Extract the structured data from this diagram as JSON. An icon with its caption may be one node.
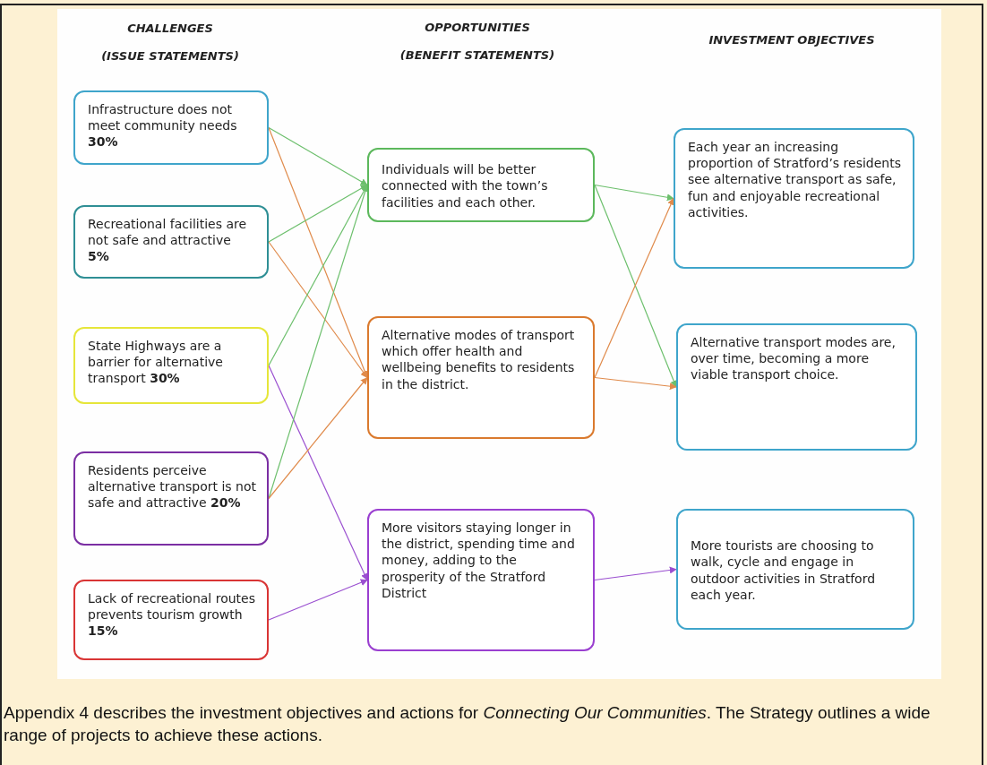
{
  "diagram": {
    "caption": "Appendix 4 describes the investment objectives and actions for *Connecting Our Communities*. The Strategy outlines a wide range of projects to achieve these actions.",
    "nodes": [
      {
        "text": [
          "Infrastructure does not meet community needs **30%**"
        ]
      },
      {
        "text": [
          "Recreational facilities are not safe and attractive **5%**"
        ]
      },
      {
        "text": [
          "State Highways are a barrier for alternative transport **30%**"
        ]
      },
      {
        "text": [
          "Residents perceive alternative transport is not safe and attractive **20%**"
        ]
      },
      {
        "text": [
          "Lack of recreational routes prevents tourism growth **15%**"
        ]
      },
      {
        "text": [
          "Individuals will be better connected with the town’s facilities and each other."
        ]
      },
      {
        "text": [
          "Alternative modes of transport which offer health and wellbeing benefits to residents in the district."
        ]
      },
      {
        "text": [
          "More visitors staying longer in the district, spending time and money, adding to the prosperity of the Stratford District"
        ]
      },
      {
        "text": [
          "Each year an increasing proportion of Stratford’s residents see alternative transport as safe, fun and enjoyable recreational activities."
        ]
      },
      {
        "text": [
          "Alternative transport modes are, over time, becoming a more viable transport choice."
        ]
      },
      {
        "text": [
          "More tourists are choosing to walk, cycle and engage in outdoor activities in Stratford each year."
        ]
      }
    ],
    "edges": [
      {
        "from": 0,
        "to": 5,
        "arrow": "to",
        "color": "#6cbf6c"
      },
      {
        "from": 0,
        "to": 6,
        "arrow": "to",
        "color": "#e08a4a"
      },
      {
        "from": 1,
        "to": 5,
        "arrow": "to",
        "color": "#6cbf6c"
      },
      {
        "from": 1,
        "to": 6,
        "arrow": "to",
        "color": "#e08a4a"
      },
      {
        "from": 2,
        "to": 5,
        "arrow": "to",
        "color": "#6cbf6c"
      },
      {
        "from": 2,
        "to": 7,
        "arrow": "to",
        "color": "#9a4fd0"
      },
      {
        "from": 3,
        "to": 5,
        "arrow": "to",
        "color": "#6cbf6c"
      },
      {
        "from": 3,
        "to": 6,
        "arrow": "to",
        "color": "#e08a4a"
      },
      {
        "from": 4,
        "to": 7,
        "arrow": "to",
        "color": "#9a4fd0"
      },
      {
        "from": 5,
        "to": 8,
        "arrow": "to",
        "color": "#6cbf6c"
      },
      {
        "from": 5,
        "to": 9,
        "arrow": "to",
        "color": "#6cbf6c"
      },
      {
        "from": 6,
        "to": 8,
        "arrow": "to",
        "color": "#e08a4a"
      },
      {
        "from": 6,
        "to": 9,
        "arrow": "to",
        "color": "#e08a4a"
      },
      {
        "from": 7,
        "to": 10,
        "arrow": "to",
        "color": "#9a4fd0"
      }
    ],
    "labels": [
      "CHALLENGES",
      "(ISSUE STATEMENTS)",
      "OPPORTUNITIES",
      "(BENEFIT STATEMENTS)",
      "INVESTMENT OBJECTIVES"
    ]
  }
}
